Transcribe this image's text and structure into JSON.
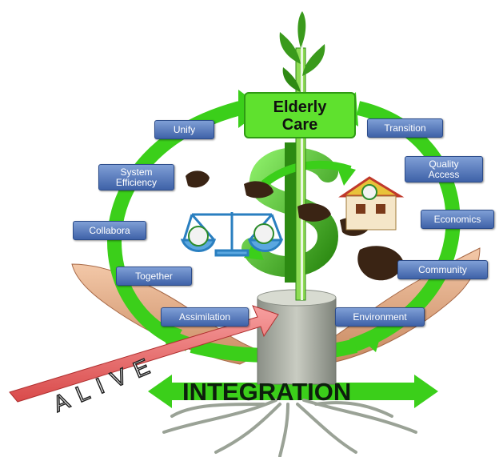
{
  "center": {
    "title": "Elderly\nCare"
  },
  "bottom_label": "INTEGRATION",
  "arrow_label": "ALIVE",
  "left_nodes": [
    {
      "label": "Unify"
    },
    {
      "label": "System\nEfficiency"
    },
    {
      "label": "Collabora"
    },
    {
      "label": "Together"
    },
    {
      "label": "Assimilation"
    }
  ],
  "right_nodes": [
    {
      "label": "Transition"
    },
    {
      "label": "Quality\nAccess"
    },
    {
      "label": "Economics"
    },
    {
      "label": "Community"
    },
    {
      "label": "Environment"
    }
  ],
  "colors": {
    "cycle_green": "#3bcf1a",
    "node_blue": "#5a7cc0",
    "alive_arrow": "#e65a5a",
    "dollar_green": "#3aa51b"
  },
  "icons": [
    "hands-icon",
    "seedling-icon",
    "dollar-icon",
    "scales-of-justice-icon",
    "roots-icon",
    "house-icon"
  ]
}
